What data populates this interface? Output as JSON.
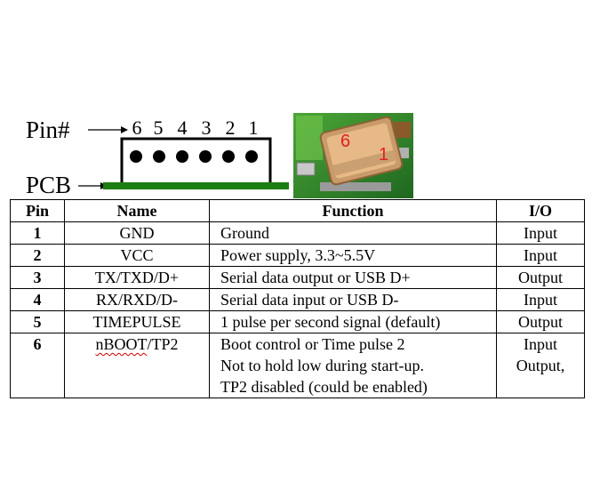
{
  "pin_label": "Pin#",
  "pin_numbers": [
    "6",
    "5",
    "4",
    "3",
    "2",
    "1"
  ],
  "pcb_label": "PCB",
  "photo": {
    "mark_left": "6",
    "mark_right": "1"
  },
  "table": {
    "headers": {
      "pin": "Pin",
      "name": "Name",
      "function": "Function",
      "io": "I/O"
    },
    "rows": [
      {
        "pin": "1",
        "name": "GND",
        "function": "Ground",
        "io": "Input"
      },
      {
        "pin": "2",
        "name": "VCC",
        "function": "Power supply, 3.3~5.5V",
        "io": "Input"
      },
      {
        "pin": "3",
        "name": "TX/TXD/D+",
        "function": "Serial data output or USB D+",
        "io": "Output"
      },
      {
        "pin": "4",
        "name": "RX/RXD/D-",
        "function": "Serial data input or USB D-",
        "io": "Input"
      },
      {
        "pin": "5",
        "name": "TIMEPULSE",
        "function": "1 pulse per second signal (default)",
        "io": "Output"
      }
    ],
    "row6": {
      "pin": "6",
      "name_prefix": "nBOOT",
      "name_suffix": "/TP2",
      "function_lines": [
        "Boot control or Time pulse 2",
        "Not to hold low during start-up.",
        "TP2 disabled (could be enabled)"
      ],
      "io_lines": [
        "Input",
        "Output,"
      ]
    }
  }
}
